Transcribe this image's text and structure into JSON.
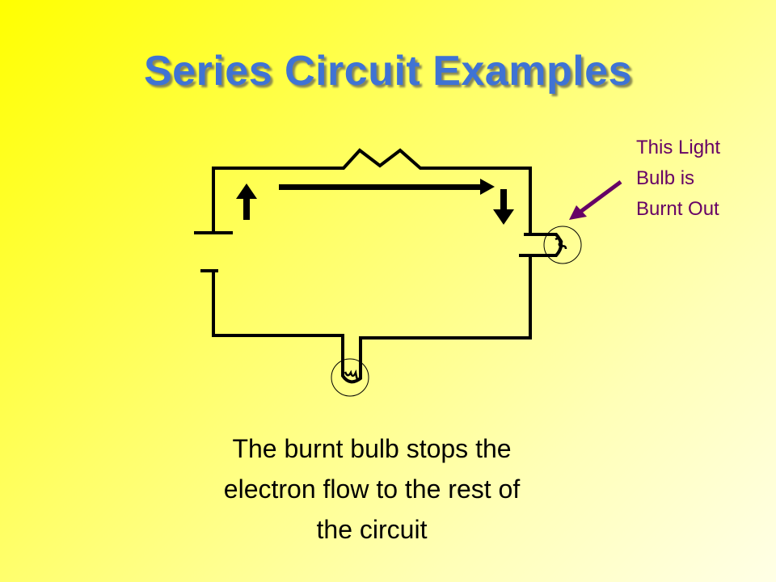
{
  "slide": {
    "title": "Series Circuit Examples"
  },
  "callout": {
    "lines": [
      "This Light",
      "Bulb is",
      "Burnt Out"
    ],
    "color": "#660066"
  },
  "caption": {
    "lines": [
      "The burnt bulb stops the",
      "electron flow to the rest of",
      "the circuit"
    ]
  },
  "colors": {
    "title": "#3f73d4",
    "wire": "#000000",
    "background_start": "#ffff00",
    "background_end": "#ffffe6"
  }
}
